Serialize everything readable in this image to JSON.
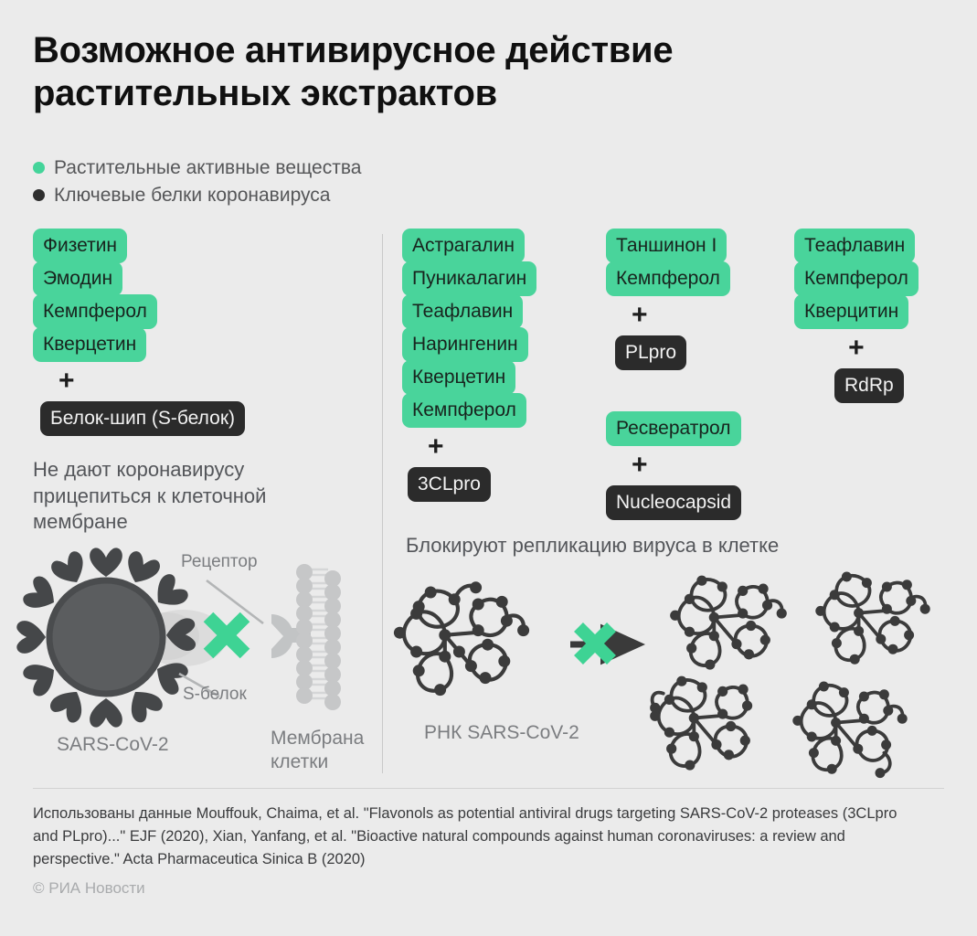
{
  "title": "Возможное антивирусное действие\nрастительных экстрактов",
  "legend": [
    {
      "label": "Растительные активные вещества",
      "color": "#44d49a",
      "icon": "circle-icon"
    },
    {
      "label": "Ключевые белки коронавируса",
      "color": "#2e2e2e",
      "icon": "circle-icon"
    }
  ],
  "plus": "+",
  "groups": [
    {
      "id": "s-protein",
      "compounds": [
        "Физетин",
        "Эмодин",
        "Кемпферол",
        "Кверцетин"
      ],
      "target": "Белок-шип (S-белок)"
    },
    {
      "id": "3clpro",
      "compounds": [
        "Астрагалин",
        "Пуникалагин",
        "Теафлавин",
        "Нарингенин",
        "Кверцетин",
        "Кемпферол"
      ],
      "target": "3CLpro"
    },
    {
      "id": "plpro",
      "compounds": [
        "Таншинон I",
        "Кемпферол"
      ],
      "target": "PLpro"
    },
    {
      "id": "nucleocapsid",
      "compounds": [
        "Ресвератрол"
      ],
      "target": "Nucleocapsid"
    },
    {
      "id": "rdrp",
      "compounds": [
        "Теафлавин",
        "Кемпферол",
        "Кверцитин"
      ],
      "target": "RdRp"
    }
  ],
  "captions": {
    "left": "Не дают коронавирусу\nприцепиться к клеточной\nмембране",
    "right": "Блокируют репликацию вируса в клетке"
  },
  "diagram_left": {
    "receptor_label": "Рецептор",
    "sprotein_label": "S-белок",
    "virus_label": "SARS-CoV-2",
    "membrane_label": "Мембрана\nклетки"
  },
  "diagram_right": {
    "rna_label": "РНК SARS-CoV-2"
  },
  "footer": {
    "source": "Использованы данные Mouffouk, Chaima, et al. \"Flavonols as potential antiviral drugs targeting SARS-CoV-2 proteases (3CLpro and PLpro)...\" EJF (2020), Xian, Yanfang, et al. \"Bioactive natural compounds against human coronaviruses: a review and perspective.\" Acta Pharmaceutica Sinica B (2020)",
    "copyright": "© РИА Новости"
  },
  "colors": {
    "background": "#ebebeb",
    "green": "#49d49b",
    "dark": "#2b2b2b",
    "muted_text": "#7b7d80",
    "caption_text": "#54565a"
  }
}
